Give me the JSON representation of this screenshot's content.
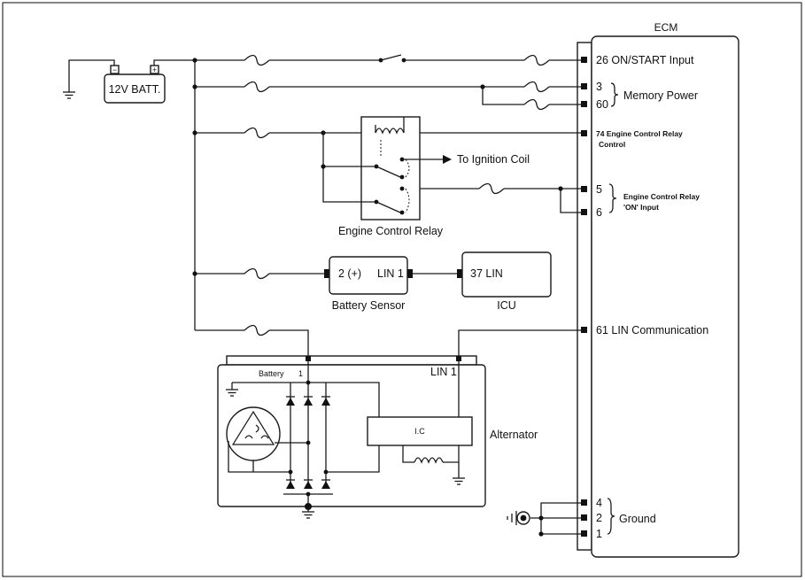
{
  "battery": {
    "label": "12V BATT.",
    "minus": "−",
    "plus": "+"
  },
  "ecm": {
    "title": "ECM",
    "pins": {
      "on_start": "26 ON/START Input",
      "mem_3": "3",
      "mem_60": "60",
      "memory_power": "Memory Power",
      "ecr_control_line1": "74 Engine Control Relay",
      "ecr_control_line2": "Control",
      "on_5": "5",
      "on_6": "6",
      "ecr_on_line1": "Engine Control Relay",
      "ecr_on_line2": "'ON' Input",
      "lin_comm": "61 LIN Communication",
      "gnd_4": "4",
      "gnd_2": "2",
      "gnd_1": "1",
      "ground": "Ground"
    }
  },
  "relay": {
    "label": "Engine Control Relay",
    "to_ignition": "To Ignition Coil"
  },
  "battery_sensor": {
    "label": "Battery Sensor",
    "pin_left": "2 (+)",
    "pin_right": "LIN 1"
  },
  "icu": {
    "label": "ICU",
    "pin": "37 LIN"
  },
  "alternator": {
    "label": "Alternator",
    "battery_terminal": "Battery",
    "terminal_1": "1",
    "lin": "LIN 1",
    "ic": "I.C"
  }
}
